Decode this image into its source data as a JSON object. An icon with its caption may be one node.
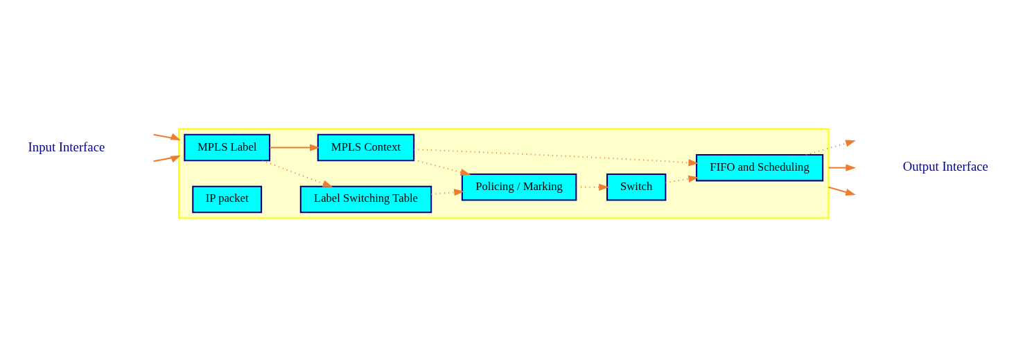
{
  "diagram": {
    "nodes": [
      {
        "text": [],
        "shape": "box"
      },
      {
        "text": [
          "Label Switching Table"
        ],
        "in": 0
      },
      {
        "text": [
          "Policing / Marking"
        ],
        "in": 0
      },
      {
        "text": [
          "Switch"
        ],
        "in": 0
      },
      {
        "text": [
          "FIFO and Scheduling"
        ],
        "in": 0
      },
      {
        "text": [
          "MPLS Context"
        ],
        "in": 0
      },
      {
        "text": [
          "MPLS Label"
        ],
        "in": 0
      },
      {
        "text": [
          "IP packet"
        ],
        "in": 0
      }
    ],
    "edges": [
      {
        "from": 6,
        "to": 1,
        "arrow": "to",
        "style": "dashed"
      },
      {
        "from": 1,
        "to": 2,
        "arrow": "to",
        "style": "dashed"
      },
      {
        "from": 2,
        "to": 3,
        "arrow": "to",
        "style": "dashed"
      },
      {
        "from": 3,
        "to": 4,
        "arrow": "to",
        "style": "dashed"
      },
      {
        "from": 4,
        "to": null,
        "arrow": "to",
        "style": "dashed"
      },
      {
        "from": 6,
        "to": 5,
        "arrow": "to"
      },
      {
        "from": 5,
        "to": 2,
        "arrow": "to",
        "style": "dashed"
      },
      {
        "from": 5,
        "to": 4,
        "arrow": "to",
        "style": "dashed"
      },
      {
        "from": null,
        "to": 0,
        "arrow": "to"
      },
      {
        "from": null,
        "to": 0,
        "arrow": "to"
      },
      {
        "from": 0,
        "to": null,
        "arrow": "to"
      },
      {
        "from": 0,
        "to": null,
        "arrow": "to"
      }
    ],
    "labels": [
      "Input Interface",
      "Output Interface"
    ]
  }
}
